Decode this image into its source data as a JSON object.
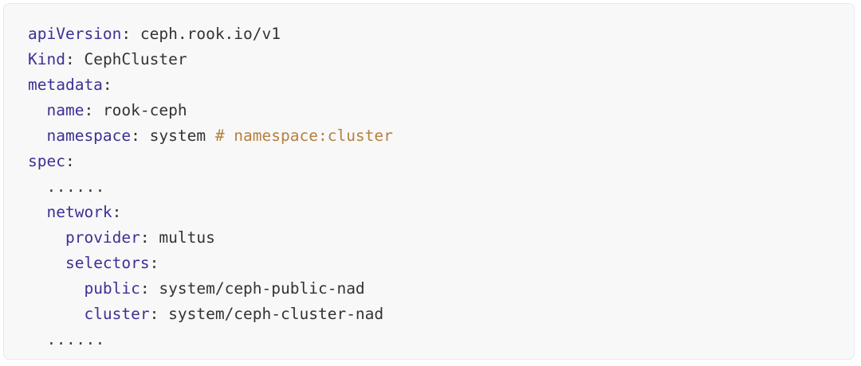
{
  "panel": {
    "kind": "code-block",
    "language": "yaml",
    "background": "#f8f8f9",
    "border_color": "#e9e9ec",
    "key_color": "#3b3193",
    "value_color": "#333333",
    "comment_color": "#b5803f"
  },
  "code": {
    "lines": [
      {
        "indent": "",
        "key": "apiVersion",
        "colon": ":",
        "value": " ceph.rook.io/v1",
        "comment": ""
      },
      {
        "indent": "",
        "key": "Kind",
        "colon": ":",
        "value": " CephCluster",
        "comment": ""
      },
      {
        "indent": "",
        "key": "metadata",
        "colon": ":",
        "value": "",
        "comment": ""
      },
      {
        "indent": "  ",
        "key": "name",
        "colon": ":",
        "value": " rook-ceph",
        "comment": ""
      },
      {
        "indent": "  ",
        "key": "namespace",
        "colon": ":",
        "value": " system ",
        "comment": "# namespace:cluster"
      },
      {
        "indent": "",
        "key": "spec",
        "colon": ":",
        "value": "",
        "comment": ""
      },
      {
        "indent": "  ",
        "dots": "......"
      },
      {
        "indent": "  ",
        "key": "network",
        "colon": ":",
        "value": "",
        "comment": ""
      },
      {
        "indent": "    ",
        "key": "provider",
        "colon": ":",
        "value": " multus",
        "comment": ""
      },
      {
        "indent": "    ",
        "key": "selectors",
        "colon": ":",
        "value": "",
        "comment": ""
      },
      {
        "indent": "      ",
        "key": "public",
        "colon": ":",
        "value": " system/ceph-public-nad",
        "comment": ""
      },
      {
        "indent": "      ",
        "key": "cluster",
        "colon": ":",
        "value": " system/ceph-cluster-nad",
        "comment": ""
      },
      {
        "indent": "  ",
        "dots": "......"
      }
    ]
  }
}
